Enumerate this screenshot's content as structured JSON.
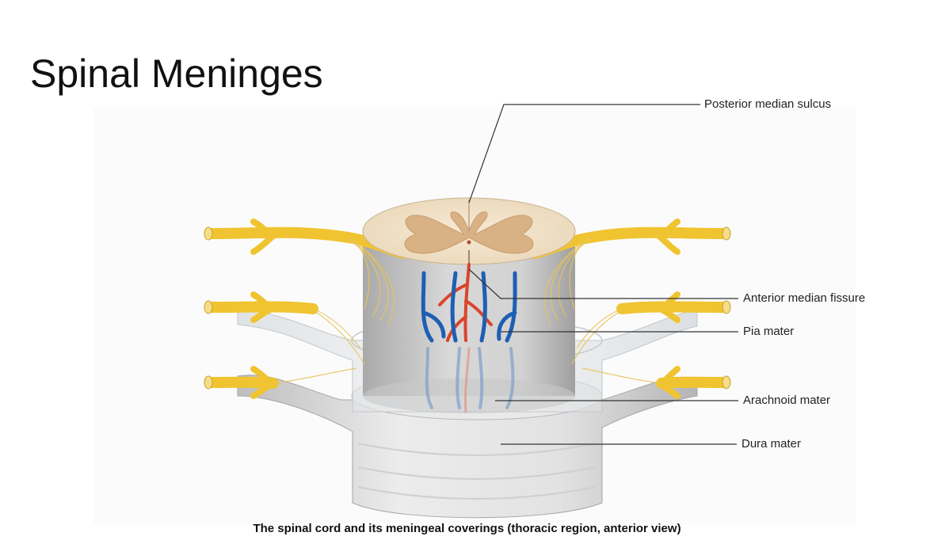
{
  "slide": {
    "title": "Spinal Meninges"
  },
  "diagram": {
    "labels": {
      "posterior_median_sulcus": "Posterior median sulcus",
      "anterior_median_fissure": "Anterior median fissure",
      "pia_mater": "Pia mater",
      "arachnoid_mater": "Arachnoid mater",
      "dura_mater": "Dura mater"
    },
    "caption": "The spinal cord and its meningeal coverings (thoracic region, anterior view)"
  },
  "colors": {
    "nerve": "#f0c430",
    "white_matter": "#f3e6d0",
    "gray_matter": "#d8b184",
    "vein": "#1e5fb4",
    "artery": "#d9452c",
    "dura": "#dedede"
  }
}
